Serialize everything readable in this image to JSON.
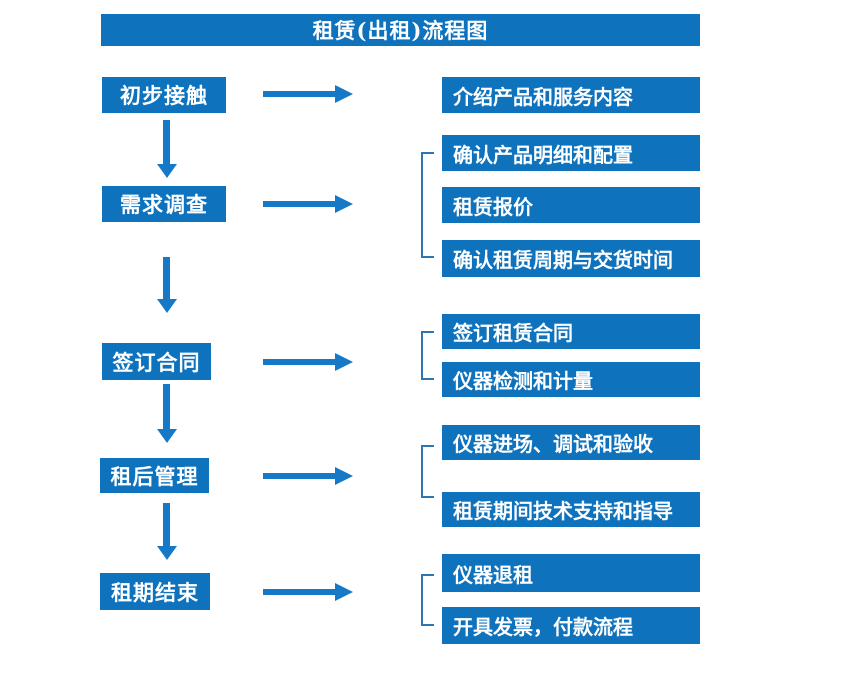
{
  "title": "租赁(出租)流程图",
  "colors": {
    "box_fill": "#0e72bd",
    "arrow": "#1579c8",
    "bracket": "#2e75b6",
    "box_text": "#ffffff"
  },
  "steps": [
    {
      "label": "初步接触",
      "details": [
        "介绍产品和服务内容"
      ]
    },
    {
      "label": "需求调查",
      "details": [
        "确认产品明细和配置",
        "租赁报价",
        "确认租赁周期与交货时间"
      ]
    },
    {
      "label": "签订合同",
      "details": [
        "签订租赁合同",
        "仪器检测和计量"
      ]
    },
    {
      "label": "租后管理",
      "details": [
        "仪器进场、调试和验收",
        "租赁期间技术支持和指导"
      ]
    },
    {
      "label": "租期结束",
      "details": [
        "仪器退租",
        "开具发票，付款流程"
      ]
    }
  ]
}
